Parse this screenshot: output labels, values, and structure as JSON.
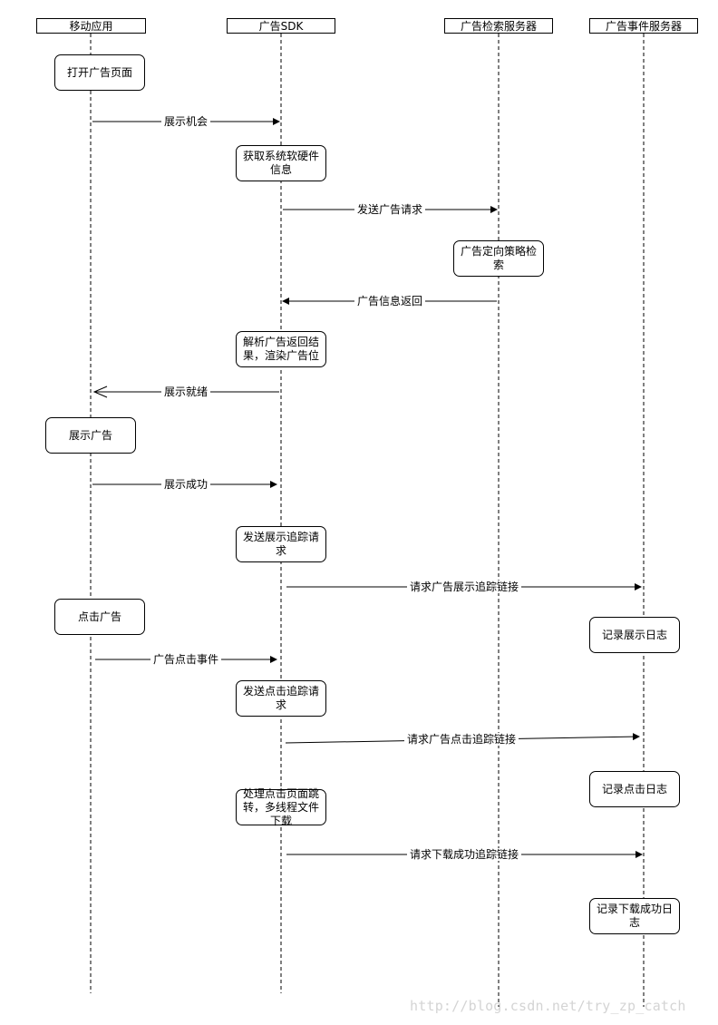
{
  "lanes": [
    {
      "label": "移动应用"
    },
    {
      "label": "广告SDK"
    },
    {
      "label": "广告检索服务器"
    },
    {
      "label": "广告事件服务器"
    }
  ],
  "boxes": {
    "open_ad_page": "打开广告页面",
    "get_sys_info": "获取系统软硬件信息",
    "ad_targeting": "广告定向策略检索",
    "parse_render": "解析广告返回结果，渲染广告位",
    "show_ad": "展示广告",
    "send_show_track": "发送展示追踪请求",
    "click_ad": "点击广告",
    "log_show": "记录展示日志",
    "send_click_track": "发送点击追踪请求",
    "log_click": "记录点击日志",
    "handle_click": "处理点击页面跳转，多线程文件下载",
    "log_download": "记录下载成功日志"
  },
  "messages": {
    "show_opportunity": "展示机会",
    "send_ad_request": "发送广告请求",
    "ad_info_return": "广告信息返回",
    "show_ready": "展示就绪",
    "show_success": "展示成功",
    "req_show_track_link": "请求广告展示追踪链接",
    "ad_click_event": "广告点击事件",
    "req_click_track_link": "请求广告点击追踪链接",
    "req_download_track_link": "请求下载成功追踪链接"
  },
  "watermark": "http://blog.csdn.net/try_zp_catch"
}
